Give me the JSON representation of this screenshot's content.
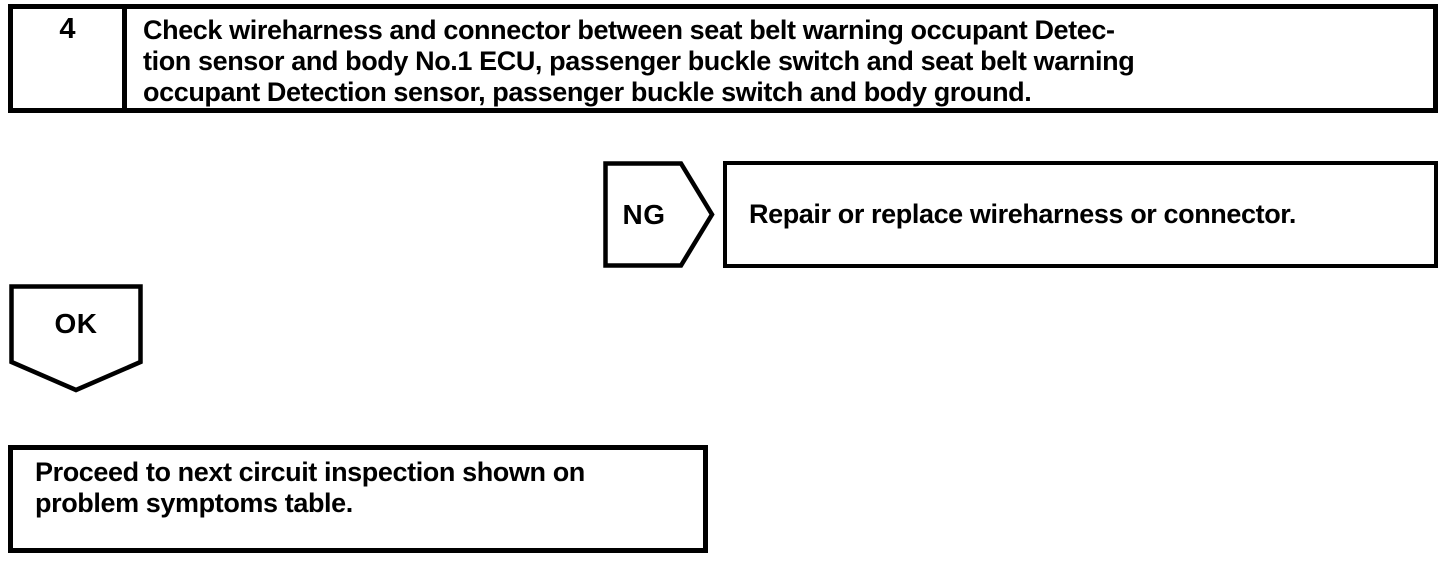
{
  "page": {
    "background_color": "#ffffff",
    "ink_color": "#000000"
  },
  "flowchart": {
    "step": {
      "number": "4",
      "instruction": "Check wireharness and connector between seat belt warning occupant Detec-\ntion sensor and body No.1 ECU, passenger buckle switch and seat belt warning\noccupant Detection sensor, passenger buckle switch and body ground."
    },
    "ng_branch": {
      "label": "NG",
      "action": "Repair or replace wireharness or connector."
    },
    "ok_branch": {
      "label": "OK",
      "action": "Proceed to next circuit inspection shown on\nproblem symptoms table."
    }
  }
}
